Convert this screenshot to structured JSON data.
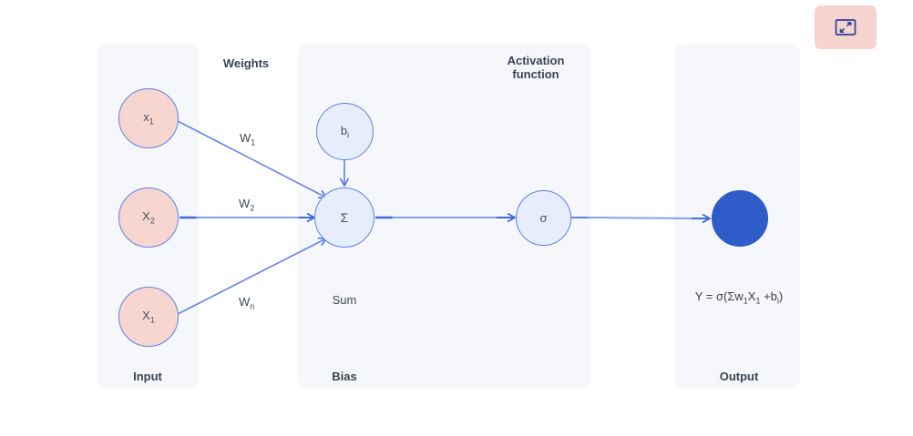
{
  "colors": {
    "panel_bg": "#f5f7fa",
    "node_border": "#5b82e8",
    "input_node_fill": "#f7d6d2",
    "bias_node_fill": "#e6eefb",
    "output_node_fill": "#2e5cc9",
    "arrow_dark": "#3f69dd",
    "arrow_light": "#84a1ef",
    "arrow_mid": "#6487e8",
    "expand_button_bg": "#f6d3cf",
    "expand_icon_color": "#2e3f9c",
    "header_text": "#3b4455"
  },
  "panels": {
    "input": {
      "caption": "Input"
    },
    "processing": {
      "weights_header": "Weights",
      "activation_header": "Activation function",
      "bias_caption": "Bias",
      "sum_caption": "Sum"
    },
    "output": {
      "caption": "Output"
    }
  },
  "nodes": {
    "input_x1": {
      "label": [
        {
          "text": "x"
        },
        {
          "text": "1",
          "sub": true
        }
      ]
    },
    "input_x2": {
      "label": [
        {
          "text": "X"
        },
        {
          "text": "2",
          "sub": true
        }
      ]
    },
    "input_xn": {
      "label": [
        {
          "text": "X"
        },
        {
          "text": "1",
          "sub": true
        }
      ]
    },
    "bias": {
      "label": [
        {
          "text": "b"
        },
        {
          "text": "i",
          "sub": true
        }
      ]
    },
    "sum": {
      "label": [
        {
          "text": "Σ"
        }
      ]
    },
    "activation": {
      "label": [
        {
          "text": "σ"
        }
      ]
    }
  },
  "edge_labels": {
    "w1": [
      {
        "text": "W"
      },
      {
        "text": "1",
        "sub": true
      }
    ],
    "w2": [
      {
        "text": "W"
      },
      {
        "text": "2",
        "sub": true
      }
    ],
    "wn": [
      {
        "text": "W"
      },
      {
        "text": "n",
        "sub": true
      }
    ]
  },
  "formula": [
    {
      "text": "Y = σ(Σw"
    },
    {
      "text": "1",
      "sub": true
    },
    {
      "text": "X"
    },
    {
      "text": "1",
      "sub": true
    },
    {
      "text": " +b"
    },
    {
      "text": "i",
      "sub": true
    },
    {
      "text": ")"
    }
  ]
}
